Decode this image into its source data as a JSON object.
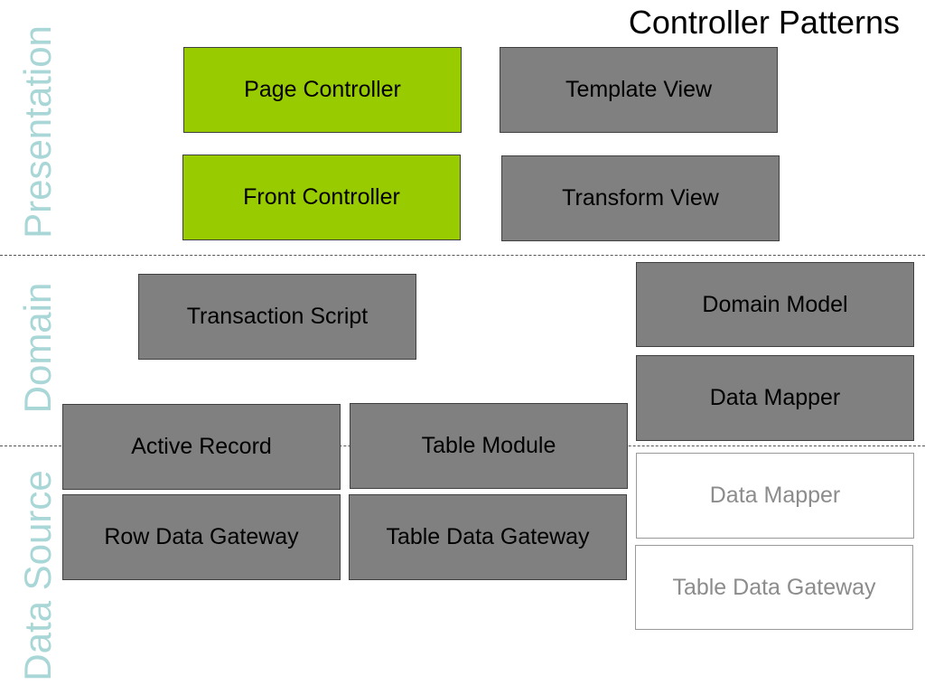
{
  "title": "Controller Patterns",
  "colors": {
    "highlight": "#99cc00",
    "pattern": "#808080",
    "faded_text": "#8c8c8c",
    "layer_label": "#a9d6d6"
  },
  "layers": {
    "presentation": "Presentation",
    "domain": "Domain",
    "data_source": "Data Source"
  },
  "patterns": {
    "page_controller": "Page Controller",
    "template_view": "Template View",
    "front_controller": "Front Controller",
    "transform_view": "Transform View",
    "transaction_script": "Transaction Script",
    "domain_model": "Domain Model",
    "data_mapper": "Data Mapper",
    "active_record": "Active Record",
    "table_module": "Table Module",
    "row_data_gateway": "Row Data Gateway",
    "table_data_gateway": "Table Data Gateway",
    "data_mapper_faded": "Data Mapper",
    "table_data_gateway_faded": "Table Data Gateway"
  }
}
